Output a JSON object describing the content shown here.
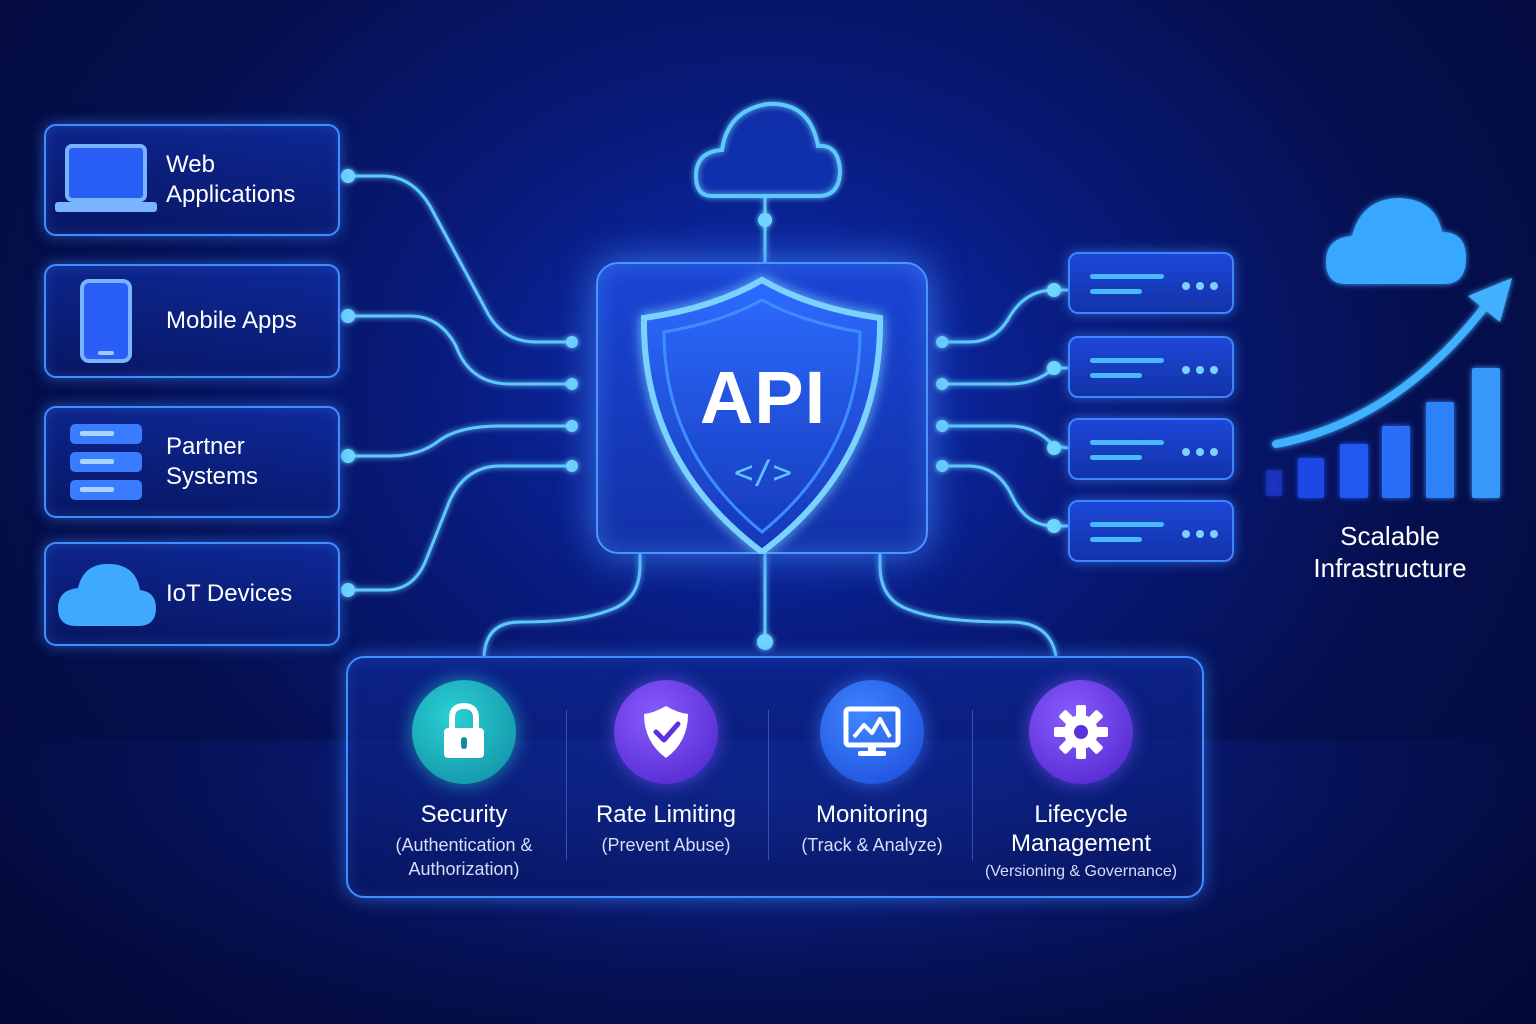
{
  "sources": [
    {
      "label": "Web Applications",
      "icon": "laptop-icon"
    },
    {
      "label": "Mobile Apps",
      "icon": "smartphone-icon"
    },
    {
      "label": "Partner Systems",
      "icon": "server-stack-icon"
    },
    {
      "label": "IoT Devices",
      "icon": "cloud-icon"
    }
  ],
  "api_core": {
    "label": "API",
    "code": "</>",
    "icon": "shield-icon"
  },
  "top_icon": "cloud-icon",
  "backend_servers": {
    "count": 4,
    "icon": "server-icon"
  },
  "scalability": {
    "label": "Scalable Infrastructure",
    "icons": [
      "cloud-icon",
      "bar-chart-icon",
      "trend-arrow-icon"
    ]
  },
  "features": [
    {
      "title": "Security",
      "desc": "(Authentication & Authorization)",
      "icon": "lock-icon",
      "color": "#17a8b4"
    },
    {
      "title": "Rate Limiting",
      "desc": "(Prevent Abuse)",
      "icon": "shield-check-icon",
      "color": "#6a3cf0"
    },
    {
      "title": "Monitoring",
      "desc": "(Track & Analyze)",
      "icon": "monitor-chart-icon",
      "color": "#2a66f5"
    },
    {
      "title": "Lifecycle Management",
      "desc": "(Versioning & Governance)",
      "icon": "gear-icon",
      "color": "#6a3cf0"
    }
  ],
  "colors": {
    "background": "#061260",
    "accent": "#3f8dff",
    "wire": "#5ec8ff",
    "panel": "#1233a8"
  }
}
